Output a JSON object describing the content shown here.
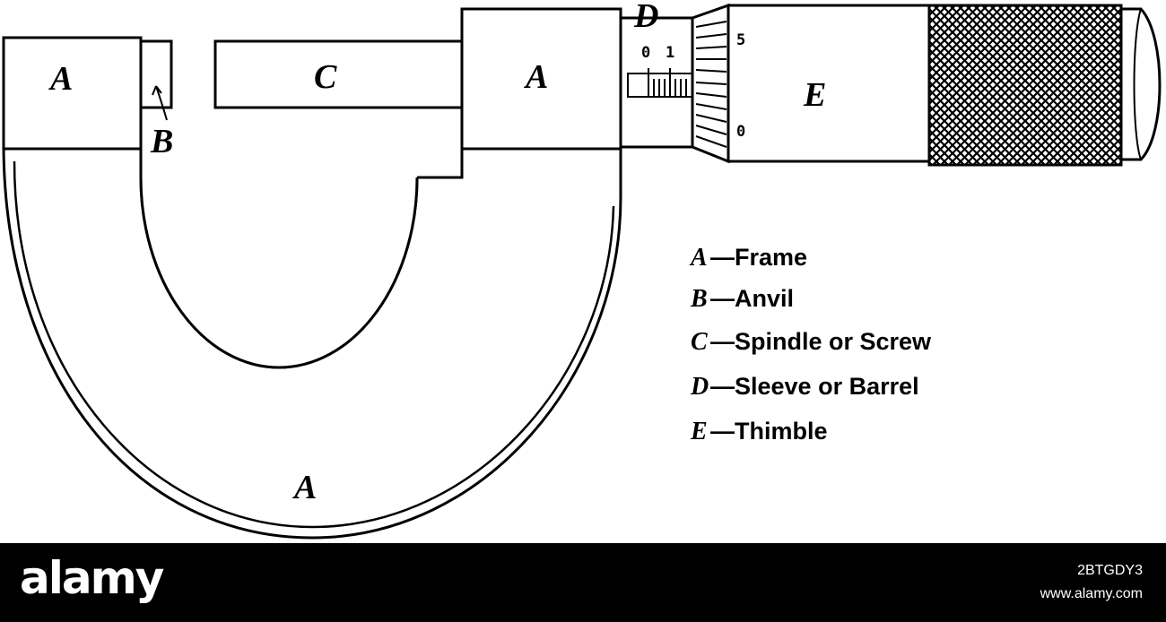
{
  "diagram": {
    "labels": {
      "frame_left": "A",
      "anvil": "B",
      "spindle": "C",
      "frame_right": "A",
      "sleeve": "D",
      "thimble": "E",
      "frame_bottom": "A"
    },
    "sleeve_scale": [
      "0",
      "1"
    ],
    "thimble_scale": [
      "5",
      "0"
    ],
    "legend": [
      {
        "key": "A",
        "text": "—Frame"
      },
      {
        "key": "B",
        "text": "—Anvil"
      },
      {
        "key": "C",
        "text": "—Spindle or Screw"
      },
      {
        "key": "D",
        "text": "—Sleeve or Barrel"
      },
      {
        "key": "E",
        "text": "—Thimble"
      }
    ],
    "colors": {
      "ink": "#000000",
      "paper": "#ffffff"
    }
  },
  "footer": {
    "brand": "alamy",
    "image_id": "2BTGDY3",
    "site": "www.alamy.com"
  }
}
